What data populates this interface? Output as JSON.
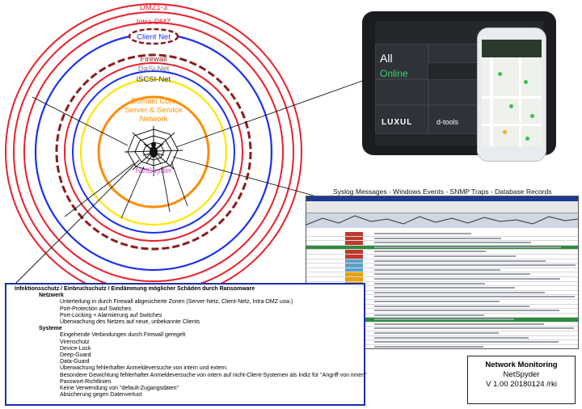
{
  "rings": {
    "dmz": "DMZ1-3",
    "intra_dmz": "Intra-DMZ",
    "client_net": "Client Net",
    "firewall": "Firewall",
    "dasi_net": "DaSi-Net",
    "iscsi_net": "iSCSI-Net",
    "core": [
      "Domain Core",
      "Server & Service",
      "Network"
    ],
    "spider_label": "NetSpyder"
  },
  "syslog_caption": "Syslog Messages - Windows Events - SNMP Traps - Database Records",
  "tablet": {
    "all": "All",
    "online": "Online",
    "brand1": "LUXUL",
    "brand2": "d-tools"
  },
  "ransom": {
    "title": "Infektionsschutz / Einbruchschutz / Eindämmung möglicher Schäden durch Ransomware",
    "network_heading": "Netzwerk",
    "network_items": [
      "Unterteilung in durch Firewall abgesicherte Zonen (Server-Netz, Client-Netz, Intra-DMZ usw.)",
      "Port-Protection auf Switches",
      "Port-Locking + Alarmierung auf Switches",
      "Überwachung des Netzes auf neue, unbekannte Clients"
    ],
    "systems_heading": "Systeme",
    "systems_items": [
      "Eingehende Verbindungen durch Firewall geregelt",
      "Virenschutz",
      "Device-Lock",
      "Deep-Guard",
      "Data-Guard",
      "Überwachung fehlerhafter Anmeldeversuche von intern und extern.",
      "Besondere Gewichtung fehlerhafter Anmeldeversuche von intern auf nicht-Client-Systemen als Indiz für \"Angriff von innen\"",
      "Passwort-Richtlinien",
      "Keine Verwendung von \"default-Zugangsdaten\"",
      "Absicherung gegen Datenverlust"
    ]
  },
  "monitor_box": {
    "title": "Network Monitoring",
    "name": "NetSpyder",
    "version": "V 1.00 20180124 /rki"
  },
  "colors": {
    "red": "#e8202a",
    "blue": "#1a2ff0",
    "firewall": "#8b1c1c",
    "yellow": "#ffe600",
    "orange": "#ff8c00",
    "purple": "#d34bd6"
  }
}
